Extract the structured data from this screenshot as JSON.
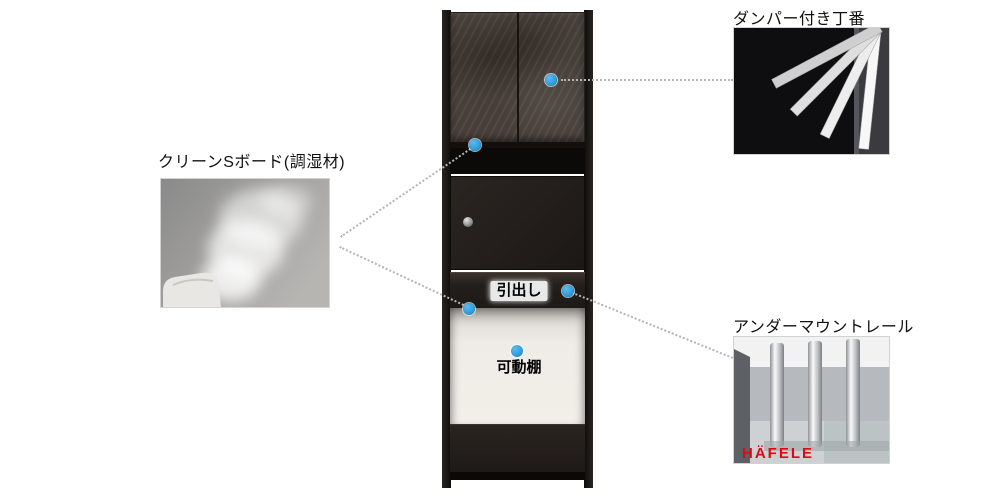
{
  "diagram": {
    "cabinet": {
      "drawer_label": "引出し",
      "shelf_label": "可動棚"
    },
    "callouts": {
      "hinge": {
        "label": "ダンパー付き丁番"
      },
      "board": {
        "label": "クリーンSボード(調湿材)"
      },
      "rail": {
        "label": "アンダーマウントレール",
        "logo": "HÄFELE"
      }
    },
    "colors": {
      "marker_blue": "#2D9CDB",
      "connector_gray": "#B4B4B4",
      "logo_red": "#E30613",
      "label_text": "#111111"
    }
  }
}
